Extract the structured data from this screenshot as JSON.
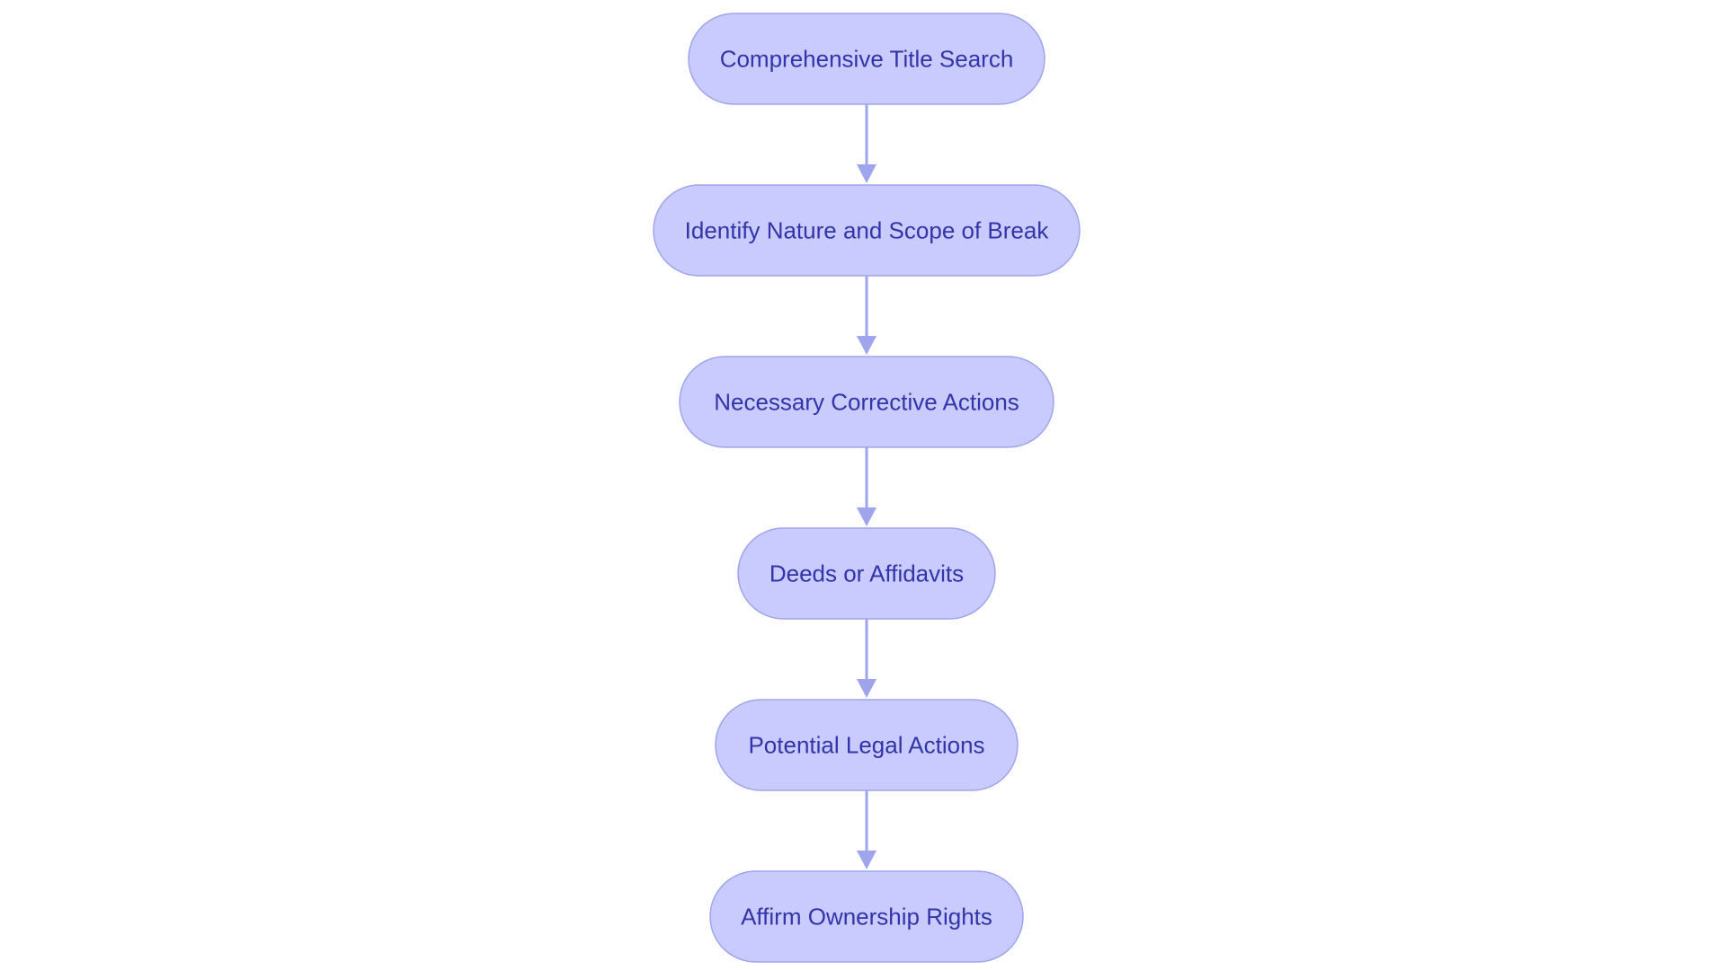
{
  "diagram": {
    "type": "flowchart",
    "direction": "top-to-bottom",
    "colors": {
      "node_fill": "#c9cbff",
      "node_stroke": "#9fa5ec",
      "node_text": "#3333aa",
      "edge": "#9fa5ec"
    },
    "nodes": [
      {
        "id": "n1",
        "label": "Comprehensive Title Search"
      },
      {
        "id": "n2",
        "label": "Identify Nature and Scope of Break"
      },
      {
        "id": "n3",
        "label": "Necessary Corrective Actions"
      },
      {
        "id": "n4",
        "label": "Deeds or Affidavits"
      },
      {
        "id": "n5",
        "label": "Potential Legal Actions"
      },
      {
        "id": "n6",
        "label": "Affirm Ownership Rights"
      }
    ],
    "edges": [
      {
        "from": "n1",
        "to": "n2"
      },
      {
        "from": "n2",
        "to": "n3"
      },
      {
        "from": "n3",
        "to": "n4"
      },
      {
        "from": "n4",
        "to": "n5"
      },
      {
        "from": "n5",
        "to": "n6"
      }
    ]
  }
}
